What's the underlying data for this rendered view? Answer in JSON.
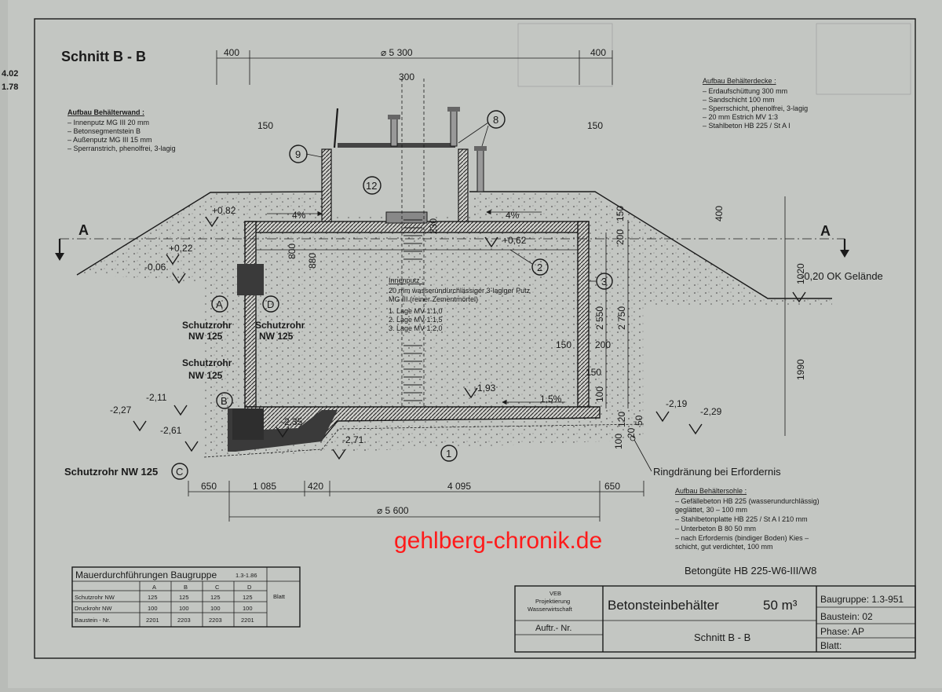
{
  "title": "Schnitt  B - B",
  "edge_marks": [
    "4.02",
    "1.78"
  ],
  "dims": {
    "top_left": "400",
    "top_center": "⌀ 5 300",
    "top_right": "400",
    "shaft": "300",
    "h150_left": "150",
    "h150_right": "150",
    "d650_left": "650",
    "d1085": "1 085",
    "d420": "420",
    "d4095": "4 095",
    "d650_right": "650",
    "total": "⌀ 5 600",
    "v800": "800",
    "v880": "880",
    "v230": "230",
    "v150_top": "150",
    "v200": "200",
    "v2550": "2 550",
    "v2750": "2 750",
    "v150_a": "150",
    "v200_b": "200",
    "v150_b": "150",
    "v100": "100",
    "v120": "120",
    "v50": "50",
    "v100_b": "100",
    "v20": "20",
    "v400": "400",
    "v1020": "1020",
    "v1990": "1990"
  },
  "levels": {
    "p082": "+0,82",
    "p022": "+0,22",
    "m006": "-0,06",
    "p062": "+0,62",
    "m211": "-2,11",
    "m227": "-2,27",
    "m261": "-2,61",
    "m235": "-2,35",
    "m271": "-2,71",
    "m193": "-1,93",
    "m219": "-2,19",
    "m229": "-2,29",
    "ok": "-0,20  OK Gelände"
  },
  "slopes": {
    "left": "4%",
    "right": "4%",
    "floor": "1,5%"
  },
  "section_marks": {
    "left": "A",
    "right": "A"
  },
  "circles": {
    "c1": "1",
    "c2": "2",
    "c3": "3",
    "c8": "8",
    "c9": "9",
    "c12": "12",
    "cA": "A",
    "cB": "B",
    "cC": "C",
    "cD": "D"
  },
  "pipe_labels": {
    "a1": "Schutzrohr",
    "a2": "NW 125",
    "b1": "Schutzrohr",
    "b2": "NW 125",
    "c1": "Schutzrohr",
    "c2": "NW 125",
    "bottom": "Schutzrohr NW 125"
  },
  "ringdrain": "Ringdränung bei Erfordernis",
  "wall_spec": {
    "heading": "Aufbau Behälterwand :",
    "lines": [
      "– Innenputz MG III  20 mm",
      "– Betonsegmentstein B",
      "– Außenputz MG III  15 mm",
      "– Sperranstrich, phenolfrei, 3-lagig"
    ]
  },
  "cover_spec": {
    "heading": "Aufbau Behälterdecke :",
    "lines": [
      "– Erdaufschüttung  300 mm",
      "– Sandschicht       100 mm",
      "– Sperrschicht, phenolfrei, 3-lagig",
      "– 20 mm  Estrich  MV 1:3",
      "– Stahlbeton  HB 225 / St A I"
    ]
  },
  "plaster_spec": {
    "heading": "Innenputz :",
    "lines": [
      "20 mm wasserundurchlässiger 3-lagiger Putz",
      "MG III (reiner Zementmörtel)",
      "1. Lage  MV  1:1,0",
      "2. Lage  MV  1:1,5",
      "3. Lage  MV  1:2,0"
    ]
  },
  "base_spec": {
    "heading": "Aufbau Behältersohle :",
    "lines": [
      "– Gefällebeton HB 225 (wasserundurchlässig)",
      "   geglättet, 30 – 100 mm",
      "– Stahlbetonplatte HB 225 / St A I  210 mm",
      "– Unterbeton  B 80   50 mm",
      "– nach Erfordernis (bindiger Boden) Kies –",
      "   schicht, gut verdichtet, 100 mm"
    ]
  },
  "concrete_grade": "Betongüte  HB 225-W6-III/W8",
  "watermark": "gehlberg-chronik.de",
  "table": {
    "title": "Mauerdurchführungen  Baugruppe",
    "group": "1.3-1.86",
    "blatt": "Blatt",
    "cols": [
      "A",
      "B",
      "C",
      "D"
    ],
    "rows": [
      {
        "label": "Schutzrohr  NW",
        "values": [
          "125",
          "125",
          "125",
          "125"
        ]
      },
      {
        "label": "Druckrohr   NW",
        "values": [
          "100",
          "100",
          "100",
          "100"
        ]
      },
      {
        "label": "Baustein - Nr.",
        "values": [
          "2201",
          "2203",
          "2203",
          "2201"
        ]
      }
    ]
  },
  "titleblock": {
    "org1": "VEB",
    "org2": "Projektierung",
    "org3": "Wasserwirtschaft",
    "auftr": "Auftr.- Nr.",
    "name": "Betonsteinbehälter",
    "volume": "50 m³",
    "sub": "Schnitt  B - B",
    "f1": "Baugruppe: 1.3-951",
    "f2": "Baustein:     02",
    "f3": "Phase:       AP",
    "f4": "Blatt:"
  }
}
